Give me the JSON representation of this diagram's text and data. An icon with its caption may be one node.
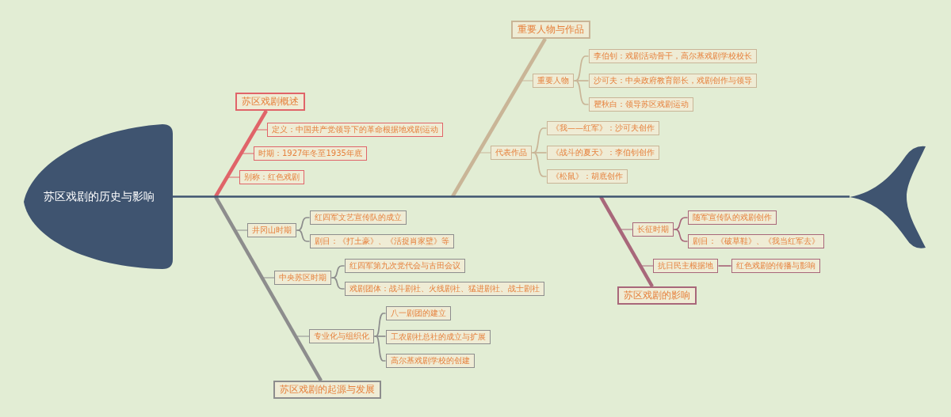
{
  "diagram": {
    "nodes": [
      {
        "text": [
          "苏区戏剧的历史与影响"
        ]
      },
      {
        "text": [
          "苏区戏剧概述"
        ]
      },
      {
        "text": [
          "定义：中国共产党领导下的革命根据地戏剧运动"
        ]
      },
      {
        "text": [
          "时期：1927年冬至1935年底"
        ]
      },
      {
        "text": [
          "别称：红色戏剧"
        ]
      },
      {
        "text": [
          "重要人物与作品"
        ]
      },
      {
        "text": [
          "重要人物"
        ]
      },
      {
        "text": [
          "李伯钊：戏剧活动骨干，高尔基戏剧学校校长"
        ]
      },
      {
        "text": [
          "沙可夫：中央政府教育部长，戏剧创作与领导"
        ]
      },
      {
        "text": [
          "瞿秋白：领导苏区戏剧运动"
        ]
      },
      {
        "text": [
          "代表作品"
        ]
      },
      {
        "text": [
          "《我——红军》：沙可夫创作"
        ]
      },
      {
        "text": [
          "《战斗的夏天》：李伯钊创作"
        ]
      },
      {
        "text": [
          "《松鼠》：胡底创作"
        ]
      },
      {
        "text": [
          "苏区戏剧的起源与发展"
        ]
      },
      {
        "text": [
          "井冈山时期"
        ]
      },
      {
        "text": [
          "红四军文艺宣传队的成立"
        ]
      },
      {
        "text": [
          "剧目：《打土豪》、《活捉肖家壁》等"
        ]
      },
      {
        "text": [
          "中央苏区时期"
        ]
      },
      {
        "text": [
          "红四军第九次党代会与古田会议"
        ]
      },
      {
        "text": [
          "戏剧团体：战斗剧社、火线剧社、猛进剧社、战士剧社"
        ]
      },
      {
        "text": [
          "专业化与组织化"
        ]
      },
      {
        "text": [
          "八一剧团的建立"
        ]
      },
      {
        "text": [
          "工农剧社总社的成立与扩展"
        ]
      },
      {
        "text": [
          "高尔基戏剧学校的创建"
        ]
      },
      {
        "text": [
          "苏区戏剧的影响"
        ]
      },
      {
        "text": [
          "长征时期"
        ]
      },
      {
        "text": [
          "随军宣传队的戏剧创作"
        ]
      },
      {
        "text": [
          "剧目：《破草鞋》、《我当红军去》"
        ]
      },
      {
        "text": [
          "抗日民主根据地"
        ]
      },
      {
        "text": [
          "红色戏剧的传播与影响"
        ]
      },
      {
        "text": [],
        "shape": "picture"
      }
    ],
    "edges": [
      {
        "from": null,
        "to": 1,
        "arrow": "none",
        "style": "thick",
        "color": "#e06469"
      },
      {
        "from": 1,
        "to": 2,
        "arrow": "none",
        "color": "#e06469"
      },
      {
        "from": 1,
        "to": 3,
        "arrow": "none",
        "color": "#e06469"
      },
      {
        "from": 1,
        "to": 4,
        "arrow": "none",
        "color": "#e06469"
      },
      {
        "from": null,
        "to": 5,
        "arrow": "none",
        "style": "thick",
        "color": "#c9b597"
      },
      {
        "from": 5,
        "to": 6,
        "arrow": "none",
        "color": "#c9b597"
      },
      {
        "from": 6,
        "to": 7,
        "arrow": "none",
        "color": "#c9b597"
      },
      {
        "from": 6,
        "to": 8,
        "arrow": "none",
        "color": "#c9b597"
      },
      {
        "from": 6,
        "to": 9,
        "arrow": "none",
        "color": "#c9b597"
      },
      {
        "from": 5,
        "to": 10,
        "arrow": "none",
        "color": "#c9b597"
      },
      {
        "from": 10,
        "to": 11,
        "arrow": "none",
        "color": "#c9b597"
      },
      {
        "from": 10,
        "to": 12,
        "arrow": "none",
        "color": "#c9b597"
      },
      {
        "from": 10,
        "to": 13,
        "arrow": "none",
        "color": "#c9b597"
      },
      {
        "from": null,
        "to": 14,
        "arrow": "none",
        "style": "thick"
      },
      {
        "from": 14,
        "to": 15,
        "arrow": "none"
      },
      {
        "from": 15,
        "to": 16,
        "arrow": "none"
      },
      {
        "from": 15,
        "to": 17,
        "arrow": "none"
      },
      {
        "from": 14,
        "to": 18,
        "arrow": "none"
      },
      {
        "from": 18,
        "to": 19,
        "arrow": "none"
      },
      {
        "from": 18,
        "to": 20,
        "arrow": "none"
      },
      {
        "from": 14,
        "to": 21,
        "arrow": "none"
      },
      {
        "from": 21,
        "to": 22,
        "arrow": "none"
      },
      {
        "from": 21,
        "to": 23,
        "arrow": "none"
      },
      {
        "from": 21,
        "to": 24,
        "arrow": "none"
      },
      {
        "from": null,
        "to": 25,
        "arrow": "none",
        "style": "thick",
        "color": "#a8677a"
      },
      {
        "from": 25,
        "to": 26,
        "arrow": "none",
        "color": "#a8677a"
      },
      {
        "from": 26,
        "to": 27,
        "arrow": "none",
        "color": "#a8677a"
      },
      {
        "from": 26,
        "to": 28,
        "arrow": "none",
        "color": "#a8677a"
      },
      {
        "from": 25,
        "to": 29,
        "arrow": "none",
        "color": "#a8677a"
      },
      {
        "from": 29,
        "to": 30,
        "arrow": "none",
        "color": "#a8677a"
      },
      {
        "from": 0,
        "to": 31,
        "arrow": "none",
        "color": "#3f5470"
      }
    ]
  }
}
